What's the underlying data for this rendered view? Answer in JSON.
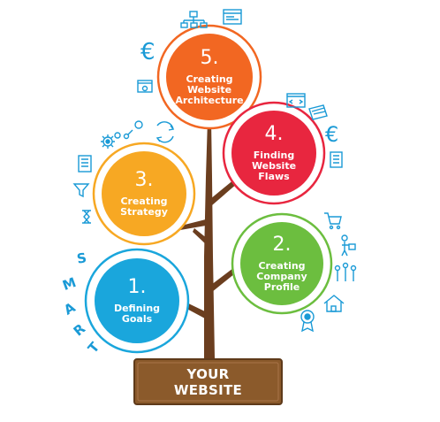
{
  "steps": [
    {
      "number": "5.",
      "label": [
        "Creating",
        "Website",
        "Architecture"
      ],
      "color": "#f26722"
    },
    {
      "number": "4.",
      "label": [
        "Finding",
        "Website",
        "Flaws"
      ],
      "color": "#e8263f"
    },
    {
      "number": "3.",
      "label": [
        "Creating",
        "Strategy"
      ],
      "color": "#f7a823"
    },
    {
      "number": "2.",
      "label": [
        "Creating",
        "Company",
        "Profile"
      ],
      "color": "#6cbe3f"
    },
    {
      "number": "1.",
      "label": [
        "Defining",
        "Goals"
      ],
      "color": "#1aa6dc"
    }
  ],
  "smart_letters": [
    "S",
    "M",
    "A",
    "R",
    "T"
  ],
  "sign": {
    "line1": "YOUR",
    "line2": "WEBSITE",
    "color": "#8b5a2b"
  },
  "trunk_color": "#6b3e1f",
  "icon_color": "#1a9ad6",
  "icons": [
    "sitemap-icon",
    "browser-window-icon",
    "euro-icon",
    "settings-window-icon",
    "gear-icon",
    "email-icon",
    "recycle-icon",
    "document-icon",
    "funnel-icon",
    "hourglass-icon",
    "code-window-icon",
    "calendar-icon",
    "euro-icon",
    "document-icon",
    "shopping-cart-icon",
    "person-cart-icon",
    "team-icon",
    "house-icon",
    "award-badge-icon"
  ]
}
